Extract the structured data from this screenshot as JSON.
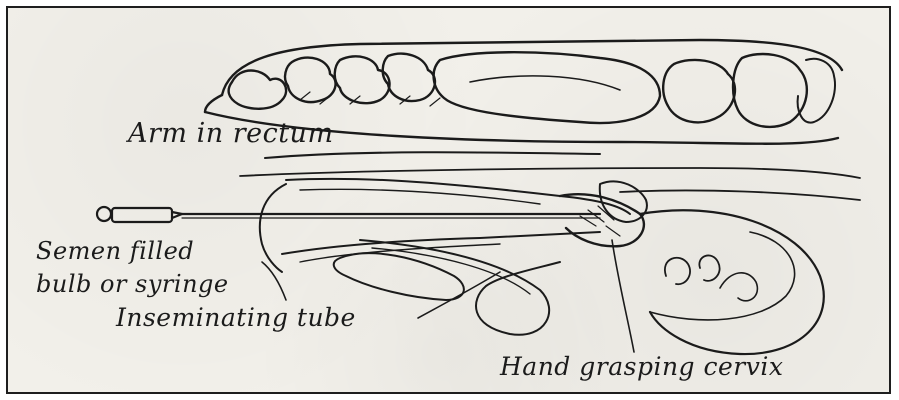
{
  "labels": {
    "arm_in_rectum": "Arm in rectum",
    "semen_line1": "Semen filled",
    "semen_line2": "bulb or syringe",
    "inseminating_tube": "Inseminating tube",
    "hand_grasping_cervix": "Hand grasping cervix"
  },
  "ink_color": "#1b1b1b",
  "paper_color": "#f2f0ea"
}
